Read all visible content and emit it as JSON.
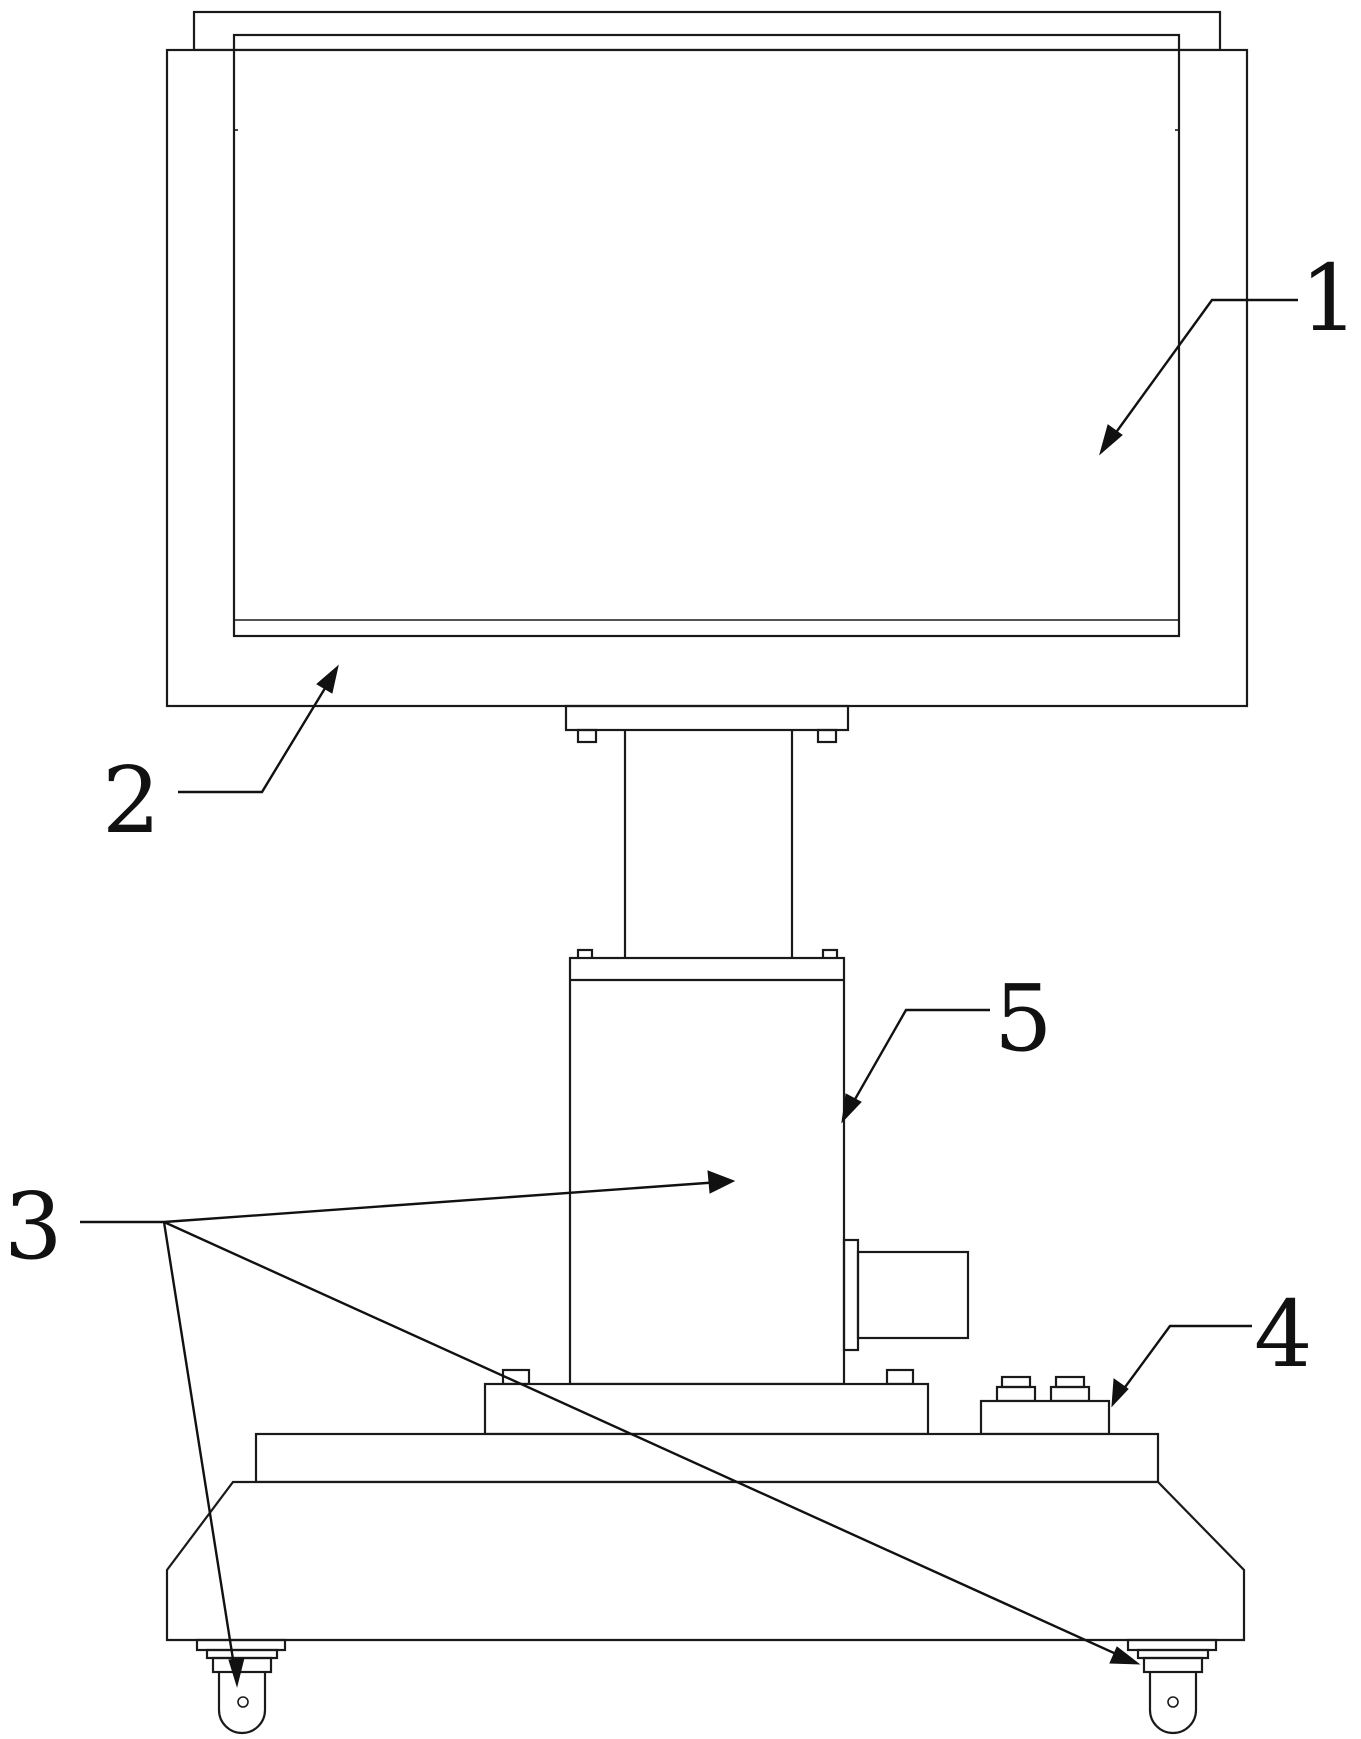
{
  "callouts": {
    "label_1": "1",
    "label_2": "2",
    "label_3": "3",
    "label_4": "4",
    "label_5": "5"
  },
  "colors": {
    "line": "#1a1a1a",
    "background": "#ffffff"
  }
}
